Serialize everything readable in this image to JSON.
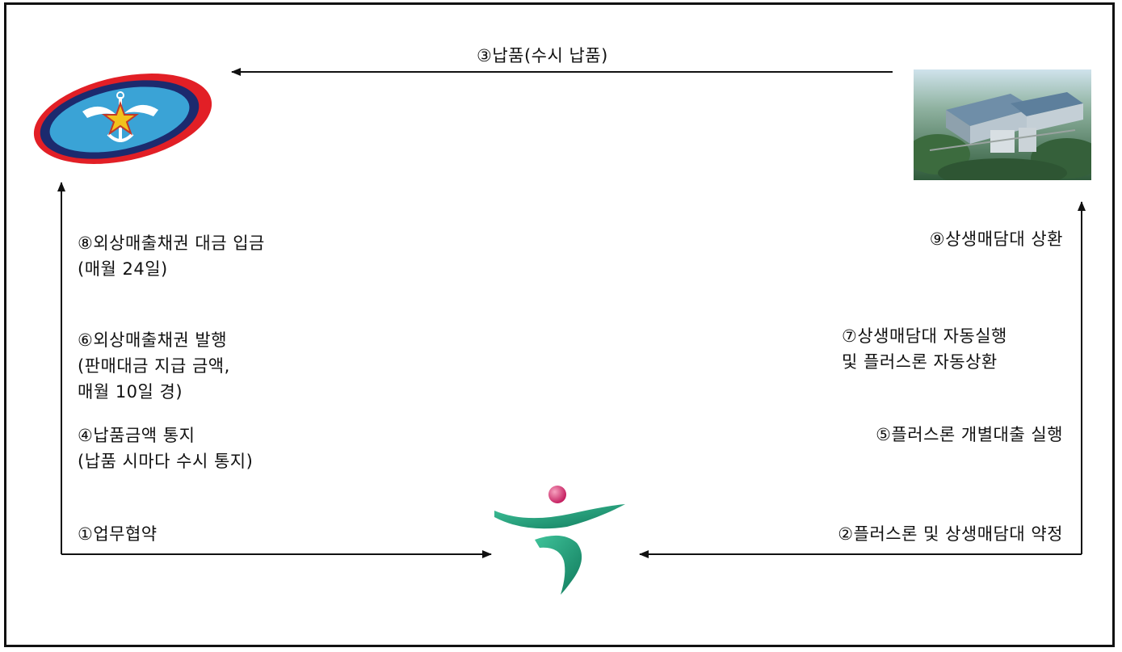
{
  "steps": {
    "s1": "①업무협약",
    "s2": "②플러스론 및 상생매담대 약정",
    "s3": "③납품(수시 납품)",
    "s4": [
      "④납품금액 통지",
      "(납품 시마다 수시 통지)"
    ],
    "s5": "⑤플러스론 개별대출 실행",
    "s6": [
      "⑥외상매출채권 발행",
      "(판매대금 지급 금액,",
      "매월 10일 경)"
    ],
    "s7": [
      "⑦상생매담대 자동실행",
      "및 플러스론 자동상환"
    ],
    "s8": [
      "⑧외상매출채권 대금 입금",
      "(매월 24일)"
    ],
    "s9": "⑨상생매담대 상환"
  },
  "colors": {
    "military_red": "#e21f26",
    "military_navy": "#1c2a6e",
    "military_blue": "#3aa3d6",
    "bank_green": "#1f9e7e",
    "bank_pink": "#d6336c"
  },
  "icons": {
    "military": "military-emblem-icon",
    "bank": "bank-logo-icon",
    "supplier": "factory-aerial-photo"
  }
}
